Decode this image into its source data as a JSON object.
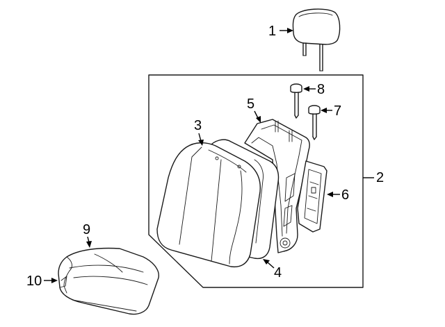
{
  "callouts": [
    {
      "id": "1",
      "label": "1"
    },
    {
      "id": "2",
      "label": "2"
    },
    {
      "id": "3",
      "label": "3"
    },
    {
      "id": "4",
      "label": "4"
    },
    {
      "id": "5",
      "label": "5"
    },
    {
      "id": "6",
      "label": "6"
    },
    {
      "id": "7",
      "label": "7"
    },
    {
      "id": "8",
      "label": "8"
    },
    {
      "id": "9",
      "label": "9"
    },
    {
      "id": "10",
      "label": "10"
    }
  ],
  "colors": {
    "line": "#1a1a1a",
    "background": "#ffffff",
    "text": "#000000"
  }
}
